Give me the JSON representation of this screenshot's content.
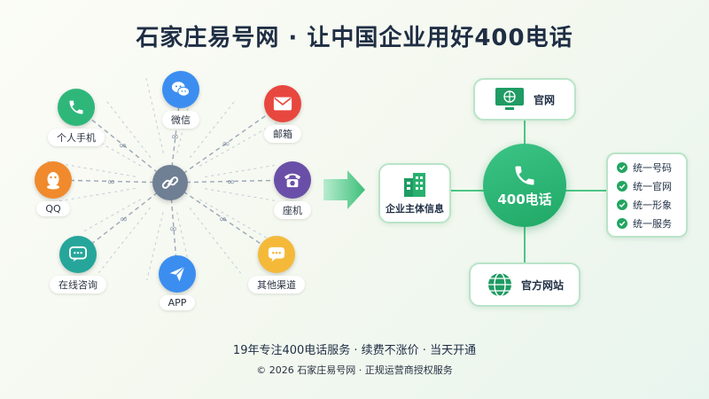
{
  "title": "石家庄易号网 · 让中国企业用好400电话",
  "channels": [
    {
      "id": "phone",
      "label": "个人手机",
      "color": "#2fb77a",
      "icon": "phone-icon"
    },
    {
      "id": "wechat",
      "label": "微信",
      "color": "#3b8ef0",
      "icon": "wechat-icon"
    },
    {
      "id": "email",
      "label": "邮箱",
      "color": "#e8473f",
      "icon": "mail-icon"
    },
    {
      "id": "qq",
      "label": "QQ",
      "color": "#f08a2c",
      "icon": "qq-icon"
    },
    {
      "id": "landline",
      "label": "座机",
      "color": "#6a4fa8",
      "icon": "landline-phone-icon"
    },
    {
      "id": "online",
      "label": "在线咨询",
      "color": "#26a69a",
      "icon": "chat-bubble-icon"
    },
    {
      "id": "app",
      "label": "APP",
      "color": "#3b8ef0",
      "icon": "paper-plane-icon"
    },
    {
      "id": "other",
      "label": "其他渠道",
      "color": "#f5b93a",
      "icon": "message-dots-icon"
    }
  ],
  "hub_icon": "link-icon",
  "arrow_color": "#4cc784",
  "center": {
    "label": "400电话",
    "color": "#22a55f"
  },
  "nodes": {
    "top": "官网",
    "left": "企业主体信息",
    "bottom": "官方网站"
  },
  "features": [
    "统一号码",
    "统一官网",
    "统一形象",
    "统一服务"
  ],
  "tagline": "19年专注400电话服务 · 续费不涨价 · 当天开通",
  "copyright": "© 2026 石家庄易号网 · 正规运营商授权服务"
}
